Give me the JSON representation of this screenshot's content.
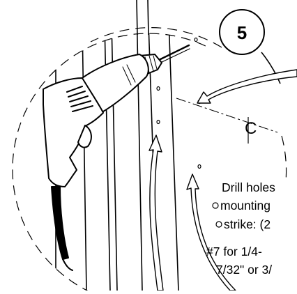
{
  "step": {
    "number": "5"
  },
  "centerline_mark": "C",
  "instructions": {
    "heading": "Drill holes",
    "bullets": [
      "mounting",
      "strike: (2"
    ],
    "size_lines": [
      "#7 for 1/4-",
      "7/32\" or 3/"
    ]
  },
  "colors": {
    "line": "#000000",
    "background": "#ffffff",
    "drill_fill": "#ffffff"
  },
  "icons": {
    "drill": "power-drill-icon",
    "bullet": "open-circle-bullet"
  }
}
